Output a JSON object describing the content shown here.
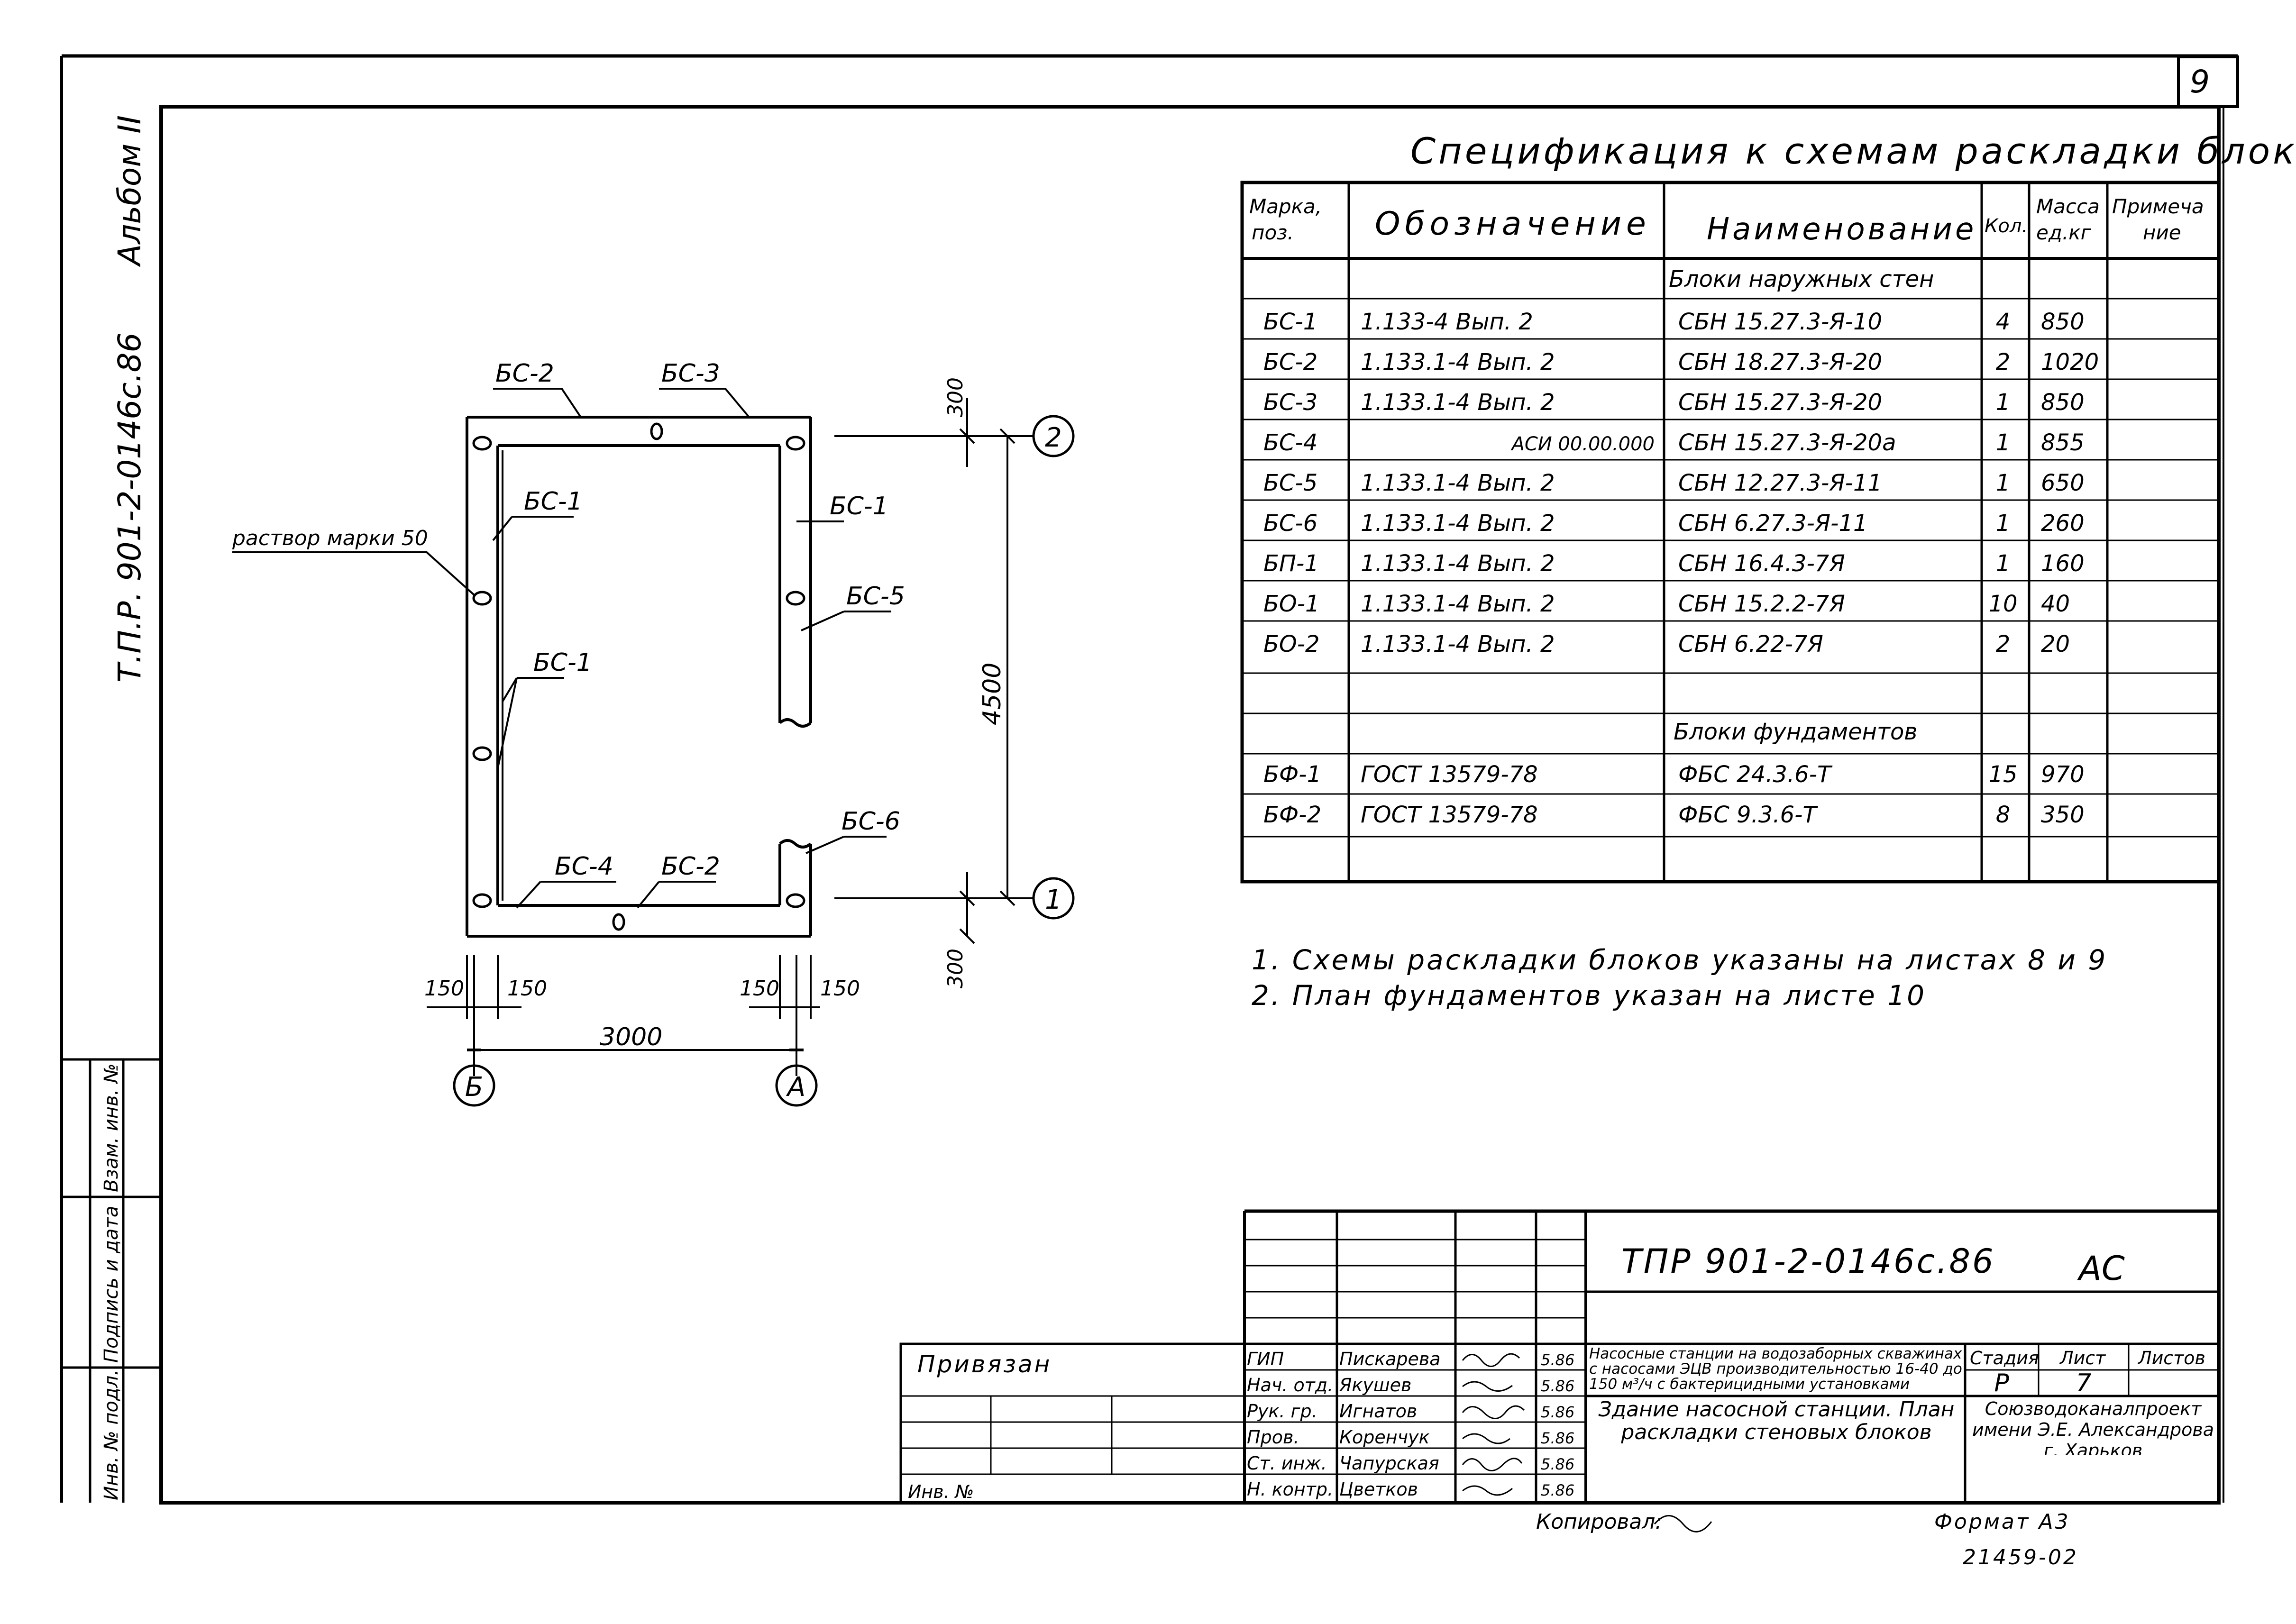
{
  "sheet": {
    "number": "9",
    "album": "Альбом II",
    "side_code": "Т.П.Р. 901-2-0146с.86"
  },
  "spec": {
    "title": "Спецификация к схемам раскладки блоков",
    "headers": [
      "Марка, поз.",
      "Обозначение",
      "Наименование",
      "Кол.",
      "Масса ед.кг",
      "Примечание"
    ],
    "rows": [
      {
        "mark": "",
        "doc": "",
        "name": "Блоки наружных стен",
        "qty": "",
        "mass": ""
      },
      {
        "mark": "БС-1",
        "doc": "1.133-4  Вып. 2",
        "name": "СБН 15.27.3-Я-10",
        "qty": "4",
        "mass": "850"
      },
      {
        "mark": "БС-2",
        "doc": "1.133.1-4  Вып. 2",
        "name": "СБН 18.27.3-Я-20",
        "qty": "2",
        "mass": "1020"
      },
      {
        "mark": "БС-3",
        "doc": "1.133.1-4  Вып. 2",
        "name": "СБН 15.27.3-Я-20",
        "qty": "1",
        "mass": "850"
      },
      {
        "mark": "БС-4",
        "doc": "АСИ 00.00.000",
        "name": "СБН 15.27.3-Я-20а",
        "qty": "1",
        "mass": "855"
      },
      {
        "mark": "БС-5",
        "doc": "1.133.1-4  Вып. 2",
        "name": "СБН 12.27.3-Я-11",
        "qty": "1",
        "mass": "650"
      },
      {
        "mark": "БС-6",
        "doc": "1.133.1-4  Вып. 2",
        "name": "СБН 6.27.3-Я-11",
        "qty": "1",
        "mass": "260"
      },
      {
        "mark": "БП-1",
        "doc": "1.133.1-4  Вып. 2",
        "name": "СБН 16.4.3-7Я",
        "qty": "1",
        "mass": "160"
      },
      {
        "mark": "БО-1",
        "doc": "1.133.1-4  Вып. 2",
        "name": "СБН 15.2.2-7Я",
        "qty": "10",
        "mass": "40"
      },
      {
        "mark": "БО-2",
        "doc": "1.133.1-4  Вып. 2",
        "name": "СБН 6.22-7Я",
        "qty": "2",
        "mass": "20"
      },
      {
        "mark": "",
        "doc": "",
        "name": "",
        "qty": "",
        "mass": ""
      },
      {
        "mark": "",
        "doc": "",
        "name": "Блоки фундаментов",
        "qty": "",
        "mass": ""
      },
      {
        "mark": "БФ-1",
        "doc": "ГОСТ 13579-78",
        "name": "ФБС 24.3.6-Т",
        "qty": "15",
        "mass": "970"
      },
      {
        "mark": "БФ-2",
        "doc": "ГОСТ 13579-78",
        "name": "ФБС 9.3.6-Т",
        "qty": "8",
        "mass": "350"
      },
      {
        "mark": "",
        "doc": "",
        "name": "",
        "qty": "",
        "mass": ""
      }
    ]
  },
  "notes": [
    "1. Схемы раскладки блоков указаны на листах 8 и 9",
    "2. План фундаментов указан на листе 10"
  ],
  "plan": {
    "labels": {
      "bs2_top": "БС-2",
      "bs3_top": "БС-3",
      "bs1_left": "БС-1",
      "bs1_right": "БС-1",
      "bs5": "БС-5",
      "bs1_inner": "БС-1",
      "bs6": "БС-6",
      "bs4": "БС-4",
      "bs2_bottom": "БС-2",
      "mortar": "раствор марки 50"
    },
    "dims": {
      "top_offset": "300",
      "bottom_offset": "300",
      "height": "4500",
      "width": "3000",
      "w1": "150",
      "w2": "150",
      "w3": "150",
      "w4": "150"
    },
    "axes": {
      "a2": "2",
      "a1": "1",
      "b": "Б",
      "a": "А"
    }
  },
  "left_strip": [
    "Инв. № подл.",
    "Подпись и дата",
    "Взам. инв. №"
  ],
  "title_block": {
    "code": "ТПР 901-2-0146с.86",
    "section": "АС",
    "privyazan": "Привязан",
    "inv_label": "Инв. №",
    "roles": [
      {
        "role": "ГИП",
        "name": "Пискарева",
        "date": "5.86"
      },
      {
        "role": "Нач. отд.",
        "name": "Якушев",
        "date": "5.86"
      },
      {
        "role": "Рук. гр.",
        "name": "Игнатов",
        "date": "5.86"
      },
      {
        "role": "Пров.",
        "name": "Коренчук",
        "date": "5.86"
      },
      {
        "role": "Ст. инж.",
        "name": "Чапурская",
        "date": "5.86"
      },
      {
        "role": "Н. контр.",
        "name": "Цветков",
        "date": "5.86"
      }
    ],
    "project_name": "Насосные станции на водозаборных скважинах с насосами ЭЦВ производительностью 16-40 до 150 м³/ч с бактерицидными установками",
    "sheet_title": "Здание насосной станции. План раскладки стеновых блоков",
    "stage_label": "Стадия",
    "sheet_label": "Лист",
    "sheets_label": "Листов",
    "stage": "Р",
    "sheet_no": "7",
    "org": "Союзводоканалпроект имени Э.Е. Александрова г. Харьков",
    "copied": "Копировал:",
    "format": "Формат А3",
    "archive": "21459-02"
  }
}
